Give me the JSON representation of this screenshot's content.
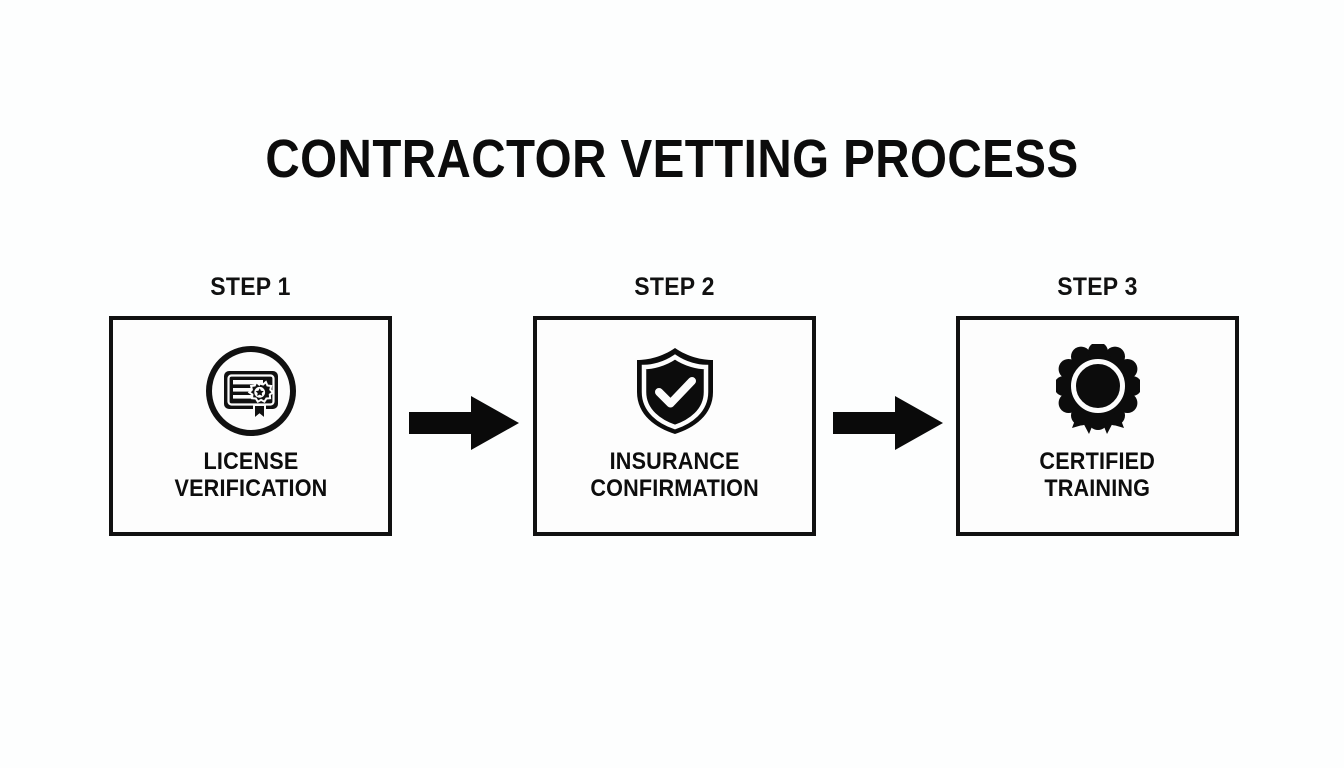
{
  "page": {
    "title": "CONTRACTOR VETTING PROCESS",
    "background_color": "#fdfefe",
    "ink_color": "#111111"
  },
  "steps": [
    {
      "step_label": "STEP 1",
      "icon": "certificate-icon",
      "caption_line1": "LICENSE",
      "caption_line2": "VERIFICATION"
    },
    {
      "step_label": "STEP 2",
      "icon": "shield-check-icon",
      "caption_line1": "INSURANCE",
      "caption_line2": "CONFIRMATION"
    },
    {
      "step_label": "STEP 3",
      "icon": "award-rosette-icon",
      "caption_line1": "CERTIFIED",
      "caption_line2": "TRAINING"
    }
  ],
  "connectors": [
    {
      "name": "arrow-right-icon",
      "from": "STEP 1",
      "to": "STEP 2"
    },
    {
      "name": "arrow-right-icon",
      "from": "STEP 2",
      "to": "STEP 3"
    }
  ]
}
